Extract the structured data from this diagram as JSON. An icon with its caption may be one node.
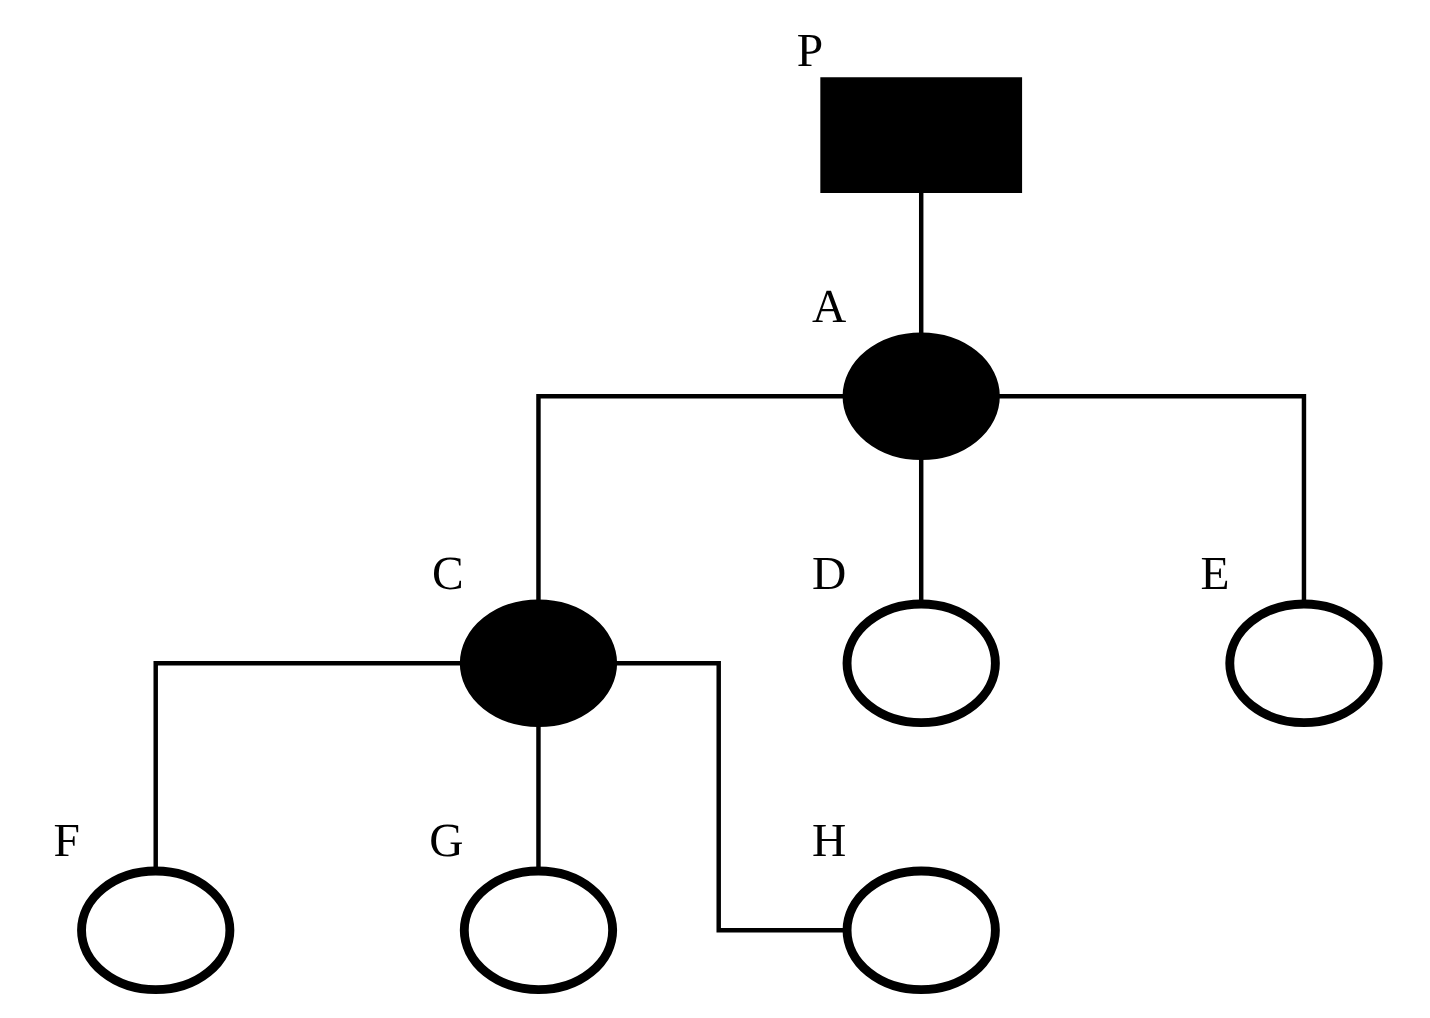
{
  "diagram": {
    "nodes": [
      {
        "text": [],
        "shape": "box",
        "beside": [
          "P"
        ]
      },
      {
        "text": [],
        "shape": "circle",
        "beside": [
          "A"
        ]
      },
      {
        "text": [],
        "shape": "circle",
        "beside": [
          "C"
        ]
      },
      {
        "text": [],
        "shape": "circle",
        "beside": [
          "D"
        ]
      },
      {
        "text": [],
        "shape": "circle",
        "beside": [
          "E"
        ]
      },
      {
        "text": [],
        "shape": "circle",
        "beside": [
          "F"
        ]
      },
      {
        "text": [],
        "shape": "circle",
        "beside": [
          "G"
        ]
      },
      {
        "text": [],
        "shape": "circle",
        "beside": [
          "H"
        ]
      }
    ],
    "edges": [
      {
        "from": 0,
        "to": 1,
        "arrow": "none"
      },
      {
        "from": 1,
        "to": 2,
        "arrow": "none"
      },
      {
        "from": 1,
        "to": 3,
        "arrow": "none"
      },
      {
        "from": 1,
        "to": 4,
        "arrow": "none"
      },
      {
        "from": 2,
        "to": 5,
        "arrow": "none"
      },
      {
        "from": 2,
        "to": 6,
        "arrow": "none"
      },
      {
        "from": 2,
        "to": 7,
        "arrow": "none"
      }
    ]
  }
}
